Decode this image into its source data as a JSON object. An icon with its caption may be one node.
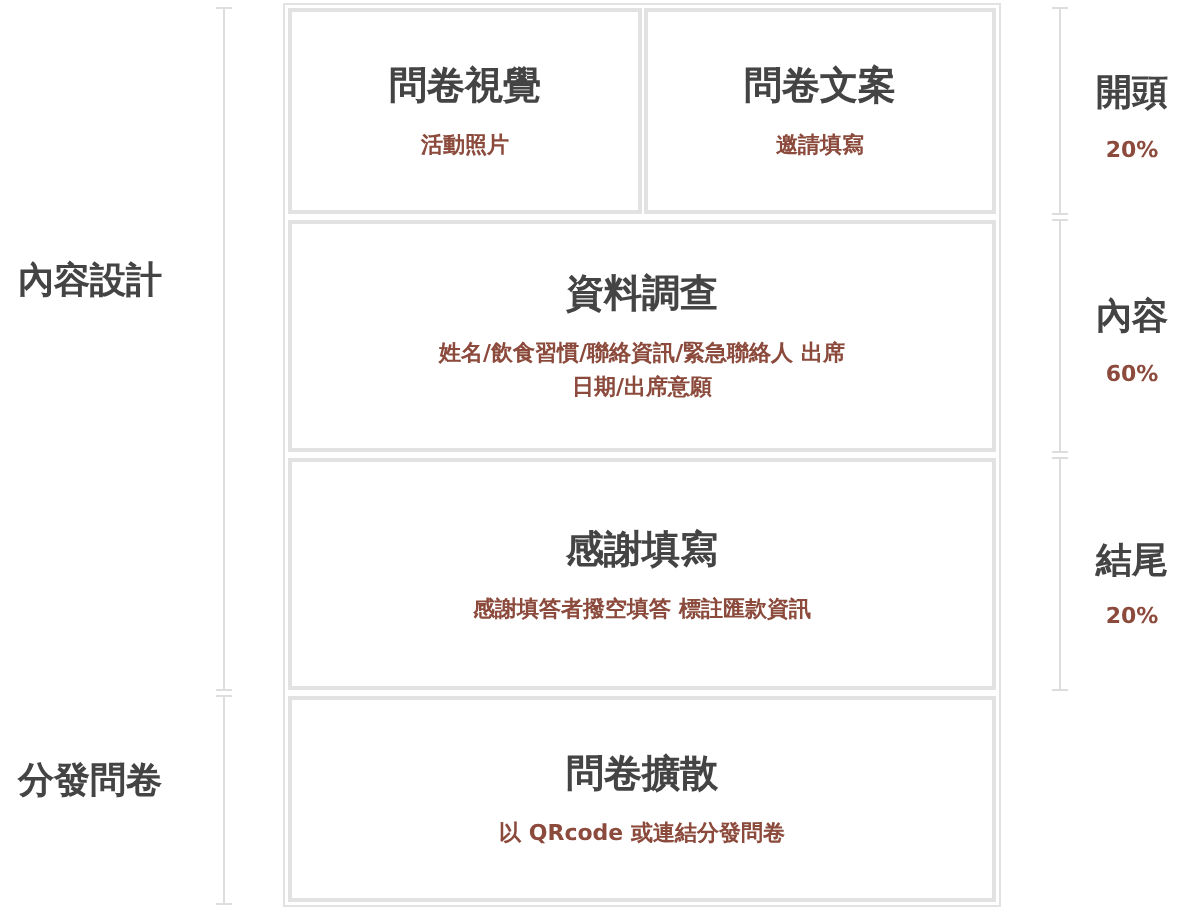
{
  "diagram": {
    "nodes": [
      {
        "text": [
          "問卷視覺",
          "活動照片"
        ]
      },
      {
        "text": [
          "問卷文案",
          "邀請填寫"
        ]
      },
      {
        "text": [
          "資料調查",
          "姓名/飲食習慣/聯絡資訊/緊急聯絡人 出席日期/出席意願"
        ]
      },
      {
        "text": [
          "感謝填寫",
          "感謝填答者撥空填答 標註匯款資訊"
        ]
      },
      {
        "text": [
          "問卷擴散",
          "以 QRcode 或連結分發問卷"
        ]
      }
    ],
    "edges": [],
    "labels": [
      "內容設計",
      "分發問卷",
      "開頭",
      "20%",
      "內容",
      "60%",
      "結尾",
      "20%"
    ]
  }
}
